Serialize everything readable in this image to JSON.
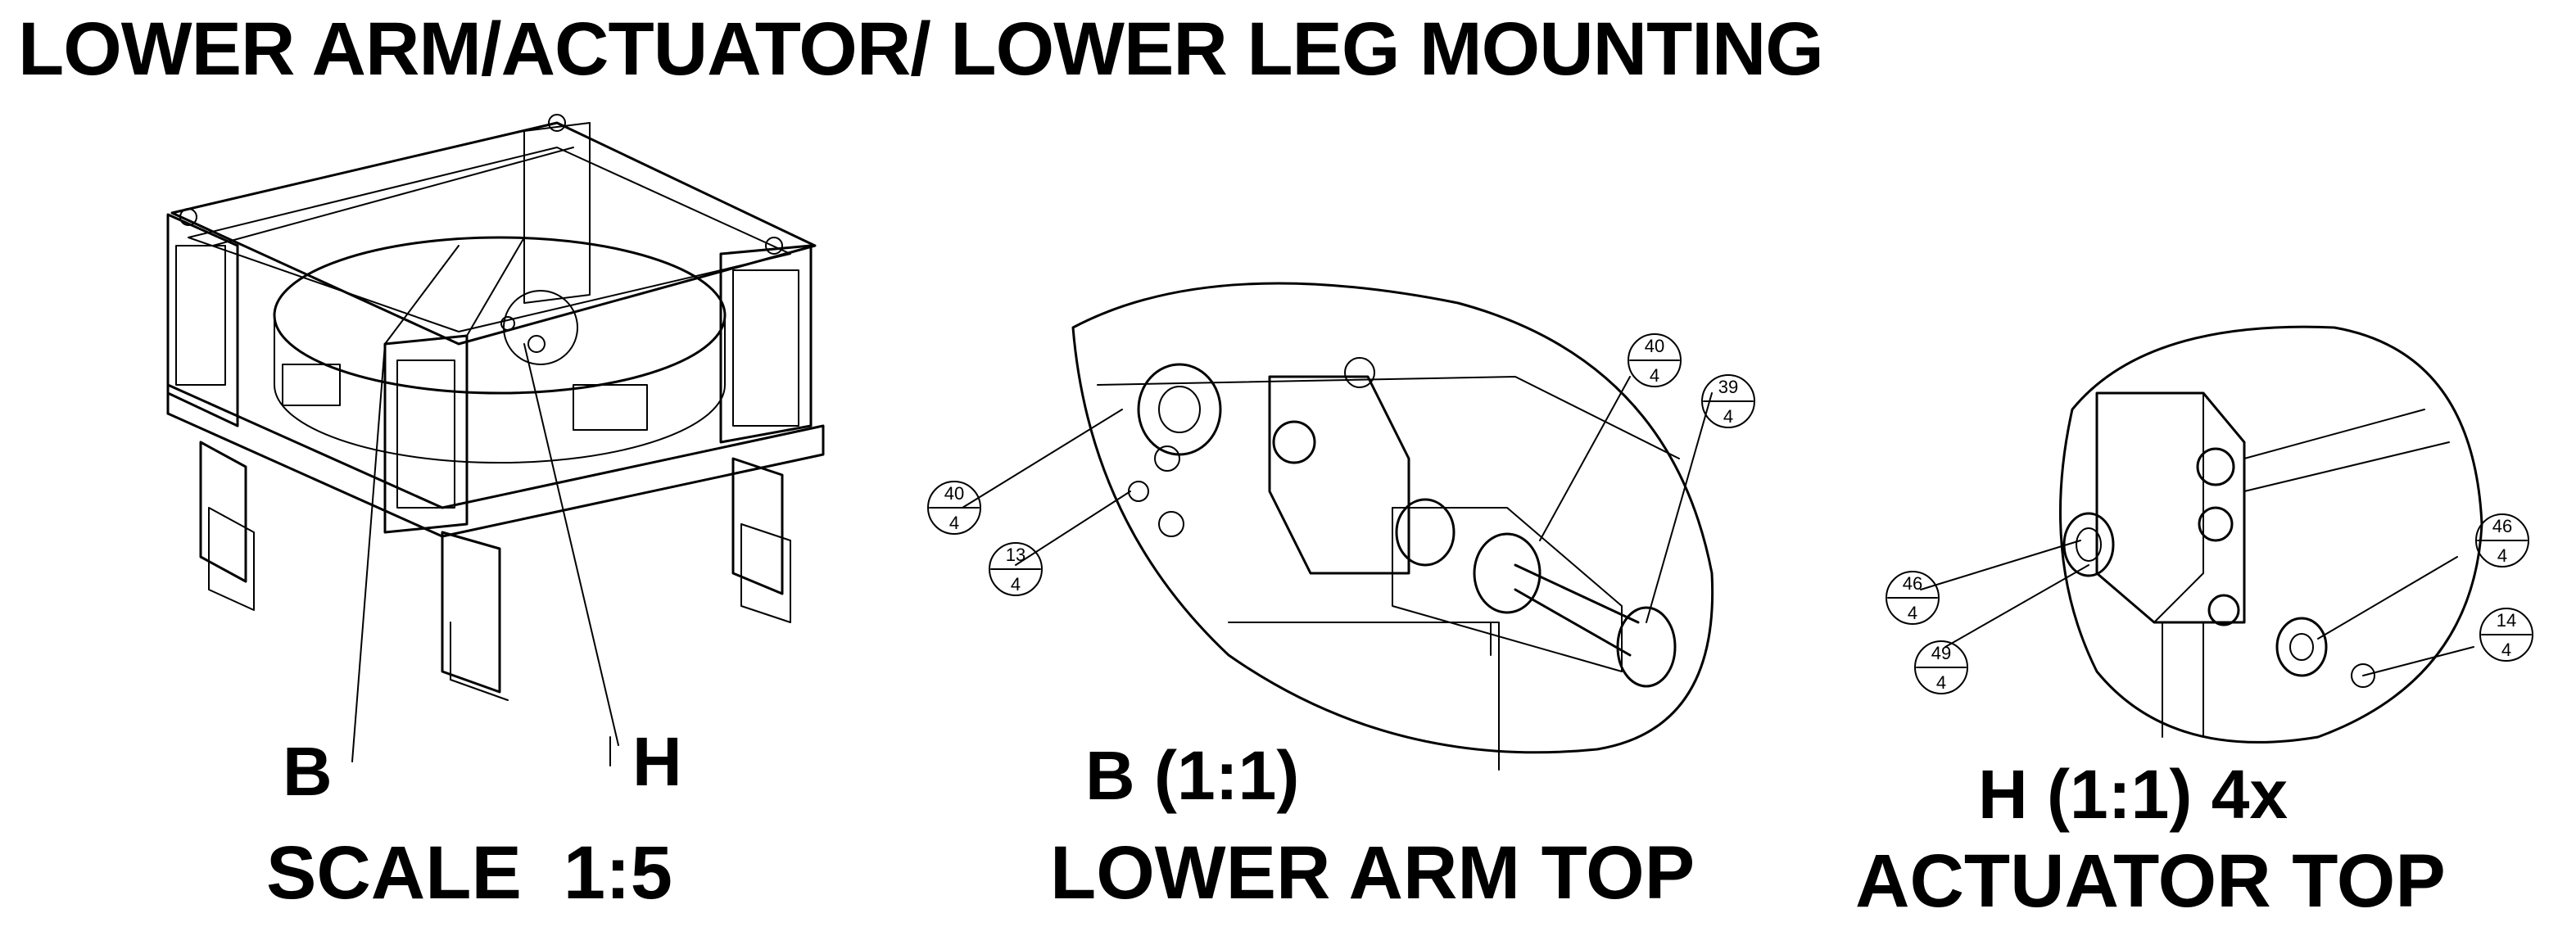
{
  "title": "LOWER ARM/ACTUATOR/ LOWER LEG MOUNTING",
  "main_view": {
    "callout_b": "B",
    "callout_h": "H",
    "scale": "SCALE  1:5"
  },
  "detail_b": {
    "label": "B (1:1)",
    "caption": "LOWER ARM TOP",
    "balloons": [
      {
        "top": "40",
        "bottom": "4"
      },
      {
        "top": "39",
        "bottom": "4"
      },
      {
        "top": "40",
        "bottom": "4"
      },
      {
        "top": "13",
        "bottom": "4"
      }
    ]
  },
  "detail_h": {
    "label": "H (1:1) 4x",
    "caption": "ACTUATOR TOP",
    "balloons": [
      {
        "top": "46",
        "bottom": "4"
      },
      {
        "top": "49",
        "bottom": "4"
      },
      {
        "top": "46",
        "bottom": "4"
      },
      {
        "top": "14",
        "bottom": "4"
      }
    ]
  }
}
